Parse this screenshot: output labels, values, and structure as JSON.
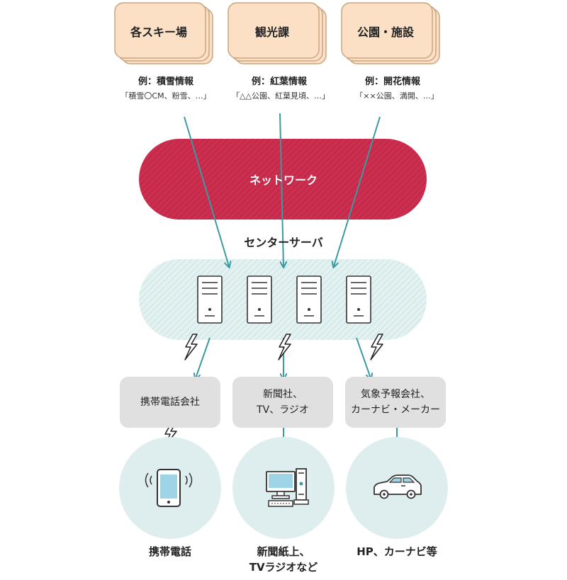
{
  "sources": [
    {
      "title": "各スキー場",
      "example": "例：積雪情報",
      "detail": "「積雪〇CM、粉雪、…」"
    },
    {
      "title": "観光課",
      "example": "例：紅葉情報",
      "detail": "「△△公園、紅葉見頃、…」"
    },
    {
      "title": "公園・施設",
      "example": "例：開花情報",
      "detail": "「××公園、満開、…」"
    }
  ],
  "network": {
    "label": "ネットワーク",
    "color": "#cc2e50"
  },
  "server": {
    "label": "センターサーバ",
    "color": "#d4ecec"
  },
  "organizations": [
    {
      "label": "携帯電話会社"
    },
    {
      "label": "新聞社、\nTV、ラジオ"
    },
    {
      "label": "気象予報会社、\nカーナビ・メーカー"
    }
  ],
  "destinations": [
    {
      "label": "携帯電話",
      "icon": "smartphone-icon"
    },
    {
      "label": "新聞紙上、\nTVラジオなど",
      "icon": "desktop-computer-icon"
    },
    {
      "label": "HP、カーナビ等",
      "icon": "car-icon"
    }
  ],
  "colors": {
    "source_card": "#fbe0c6",
    "arrow": "#3a9aa0",
    "org_box": "#e0e0e0",
    "dest_circle": "#deedee"
  }
}
